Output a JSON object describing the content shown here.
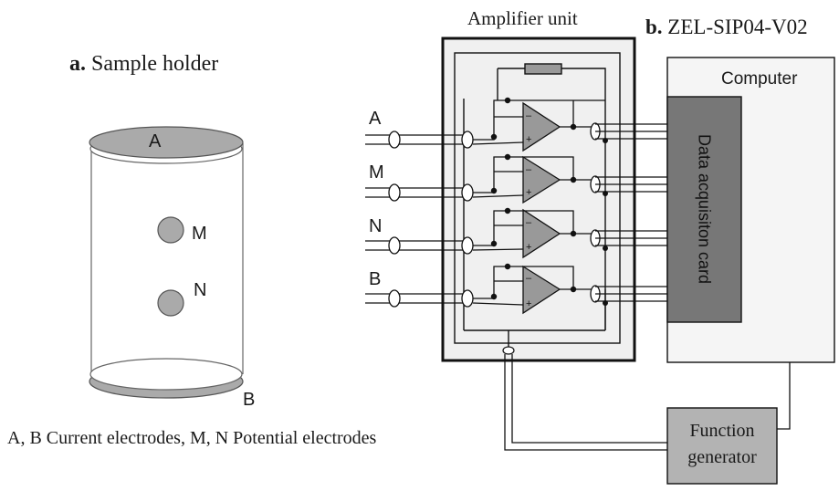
{
  "panel_a": {
    "label": "a.",
    "title": "Sample holder",
    "electrodes": {
      "top": "A",
      "m": "M",
      "n": "N",
      "bottom": "B"
    },
    "caption": "A, B Current electrodes, M, N Potential electrodes"
  },
  "panel_b": {
    "label": "b.",
    "title": "ZEL-SIP04-V02",
    "amplifier_title": "Amplifier unit",
    "computer_label": "Computer",
    "card_label": "Data acquisiton card",
    "function_generator": {
      "line1": "Function",
      "line2": "generator"
    },
    "inputs": [
      "A",
      "M",
      "N",
      "B"
    ]
  },
  "colors": {
    "electrode_fill": "#aaaaaa",
    "amplifier_fill": "#f0f0f0",
    "opamp_fill": "#999999",
    "card_fill": "#777777",
    "computer_fill": "#f5f5f5",
    "fg_fill": "#b3b3b3"
  }
}
